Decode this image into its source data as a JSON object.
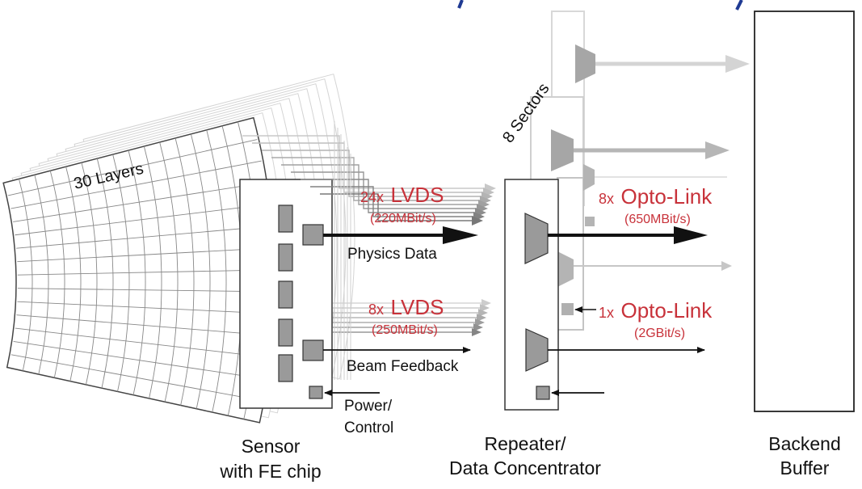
{
  "colors": {
    "red": "#c8323a",
    "dark": "#111111",
    "chip": "#9a9a9a",
    "chip_stroke": "#333333",
    "light_arrow": "#c8c8c8",
    "mid_arrow": "#a8a8a8",
    "blue": "#1f3a93"
  },
  "layers_label": "30 Layers",
  "sectors_label": "8 Sectors",
  "lvds_top": {
    "count": "24x",
    "name": "LVDS",
    "rate": "(220MBit/s)"
  },
  "lvds_bottom": {
    "count": "8x",
    "name": "LVDS",
    "rate": "(250MBit/s)"
  },
  "opto_top": {
    "count": "8x",
    "name": "Opto-Link",
    "rate": "(650MBit/s)"
  },
  "opto_bottom": {
    "count": "1x",
    "name": "Opto-Link",
    "rate": "(2GBit/s)"
  },
  "physics_label": "Physics Data",
  "beam_label": "Beam Feedback",
  "power_label": {
    "line1": "Power/",
    "line2": "Control"
  },
  "sensor_caption": {
    "line1": "Sensor",
    "line2": "with FE chip"
  },
  "repeater_caption": {
    "line1": "Repeater/",
    "line2": "Data Concentrator"
  },
  "backend_caption": {
    "line1": "Backend",
    "line2": "Buffer"
  },
  "icons": [
    "sensor-fan-icon",
    "chip-icon",
    "multiplexer-icon",
    "arrow-icon"
  ]
}
